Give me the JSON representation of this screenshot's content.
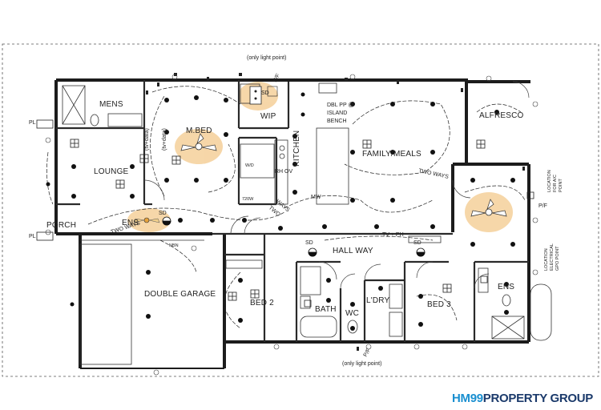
{
  "notes": {
    "light_point_top": "(only light point)",
    "light_point_bottom": "(only light point)",
    "dbl_pp": [
      "DBL PP @",
      "ISLAND",
      "BENCH"
    ],
    "tv_data": "(tv+data)",
    "tv_data_lounge": "(tv+data)",
    "tv_ph": "TV + PH",
    "two_ways": [
      "TWO WAYS",
      "TWO WAYS",
      "TWO",
      "WAYS"
    ],
    "pf_labels": [
      "P/F",
      "P/F",
      "P/F"
    ],
    "ac_location": [
      "LOCATION",
      "FOR A/C",
      "POINT"
    ],
    "gpo_location": [
      "LOCATION",
      "ELECTRICAL",
      "GPO POINT"
    ],
    "sd": [
      "SD",
      "SD",
      "SD",
      "SD"
    ],
    "nbn": "NBN",
    "mw": "MW",
    "w_d": "W/D",
    "rh_ov": "RH OV",
    "hot_water": "720W",
    "pl": [
      "PL",
      "PL"
    ]
  },
  "rooms": {
    "mens": "MENS",
    "mbed": "M.BED",
    "wip": "WIP",
    "kitchen": "KITCHEN",
    "family_meals": "FAMILY/MEALS",
    "alfresco": "ALFRESCO",
    "lounge": "LOUNGE",
    "porch": "PORCH",
    "ens_left": "ENS",
    "hall_way": "HALL WAY",
    "double_garage": "DOUBLE GARAGE",
    "bed2": "BED 2",
    "bath": "BATH",
    "wc": "WC",
    "ldry": "L'DRY",
    "bed3": "BED 3",
    "ens_right": "ENS"
  },
  "brand": {
    "part1": "HM99",
    "part2": "PROPERTY GROUP"
  },
  "colors": {
    "wall": "#1c1c1c",
    "line": "#333333",
    "highlight": "#f3c98c",
    "light_point": "#111111",
    "brand_blue": "#1a8fd0",
    "brand_navy": "#1b3a6b"
  }
}
